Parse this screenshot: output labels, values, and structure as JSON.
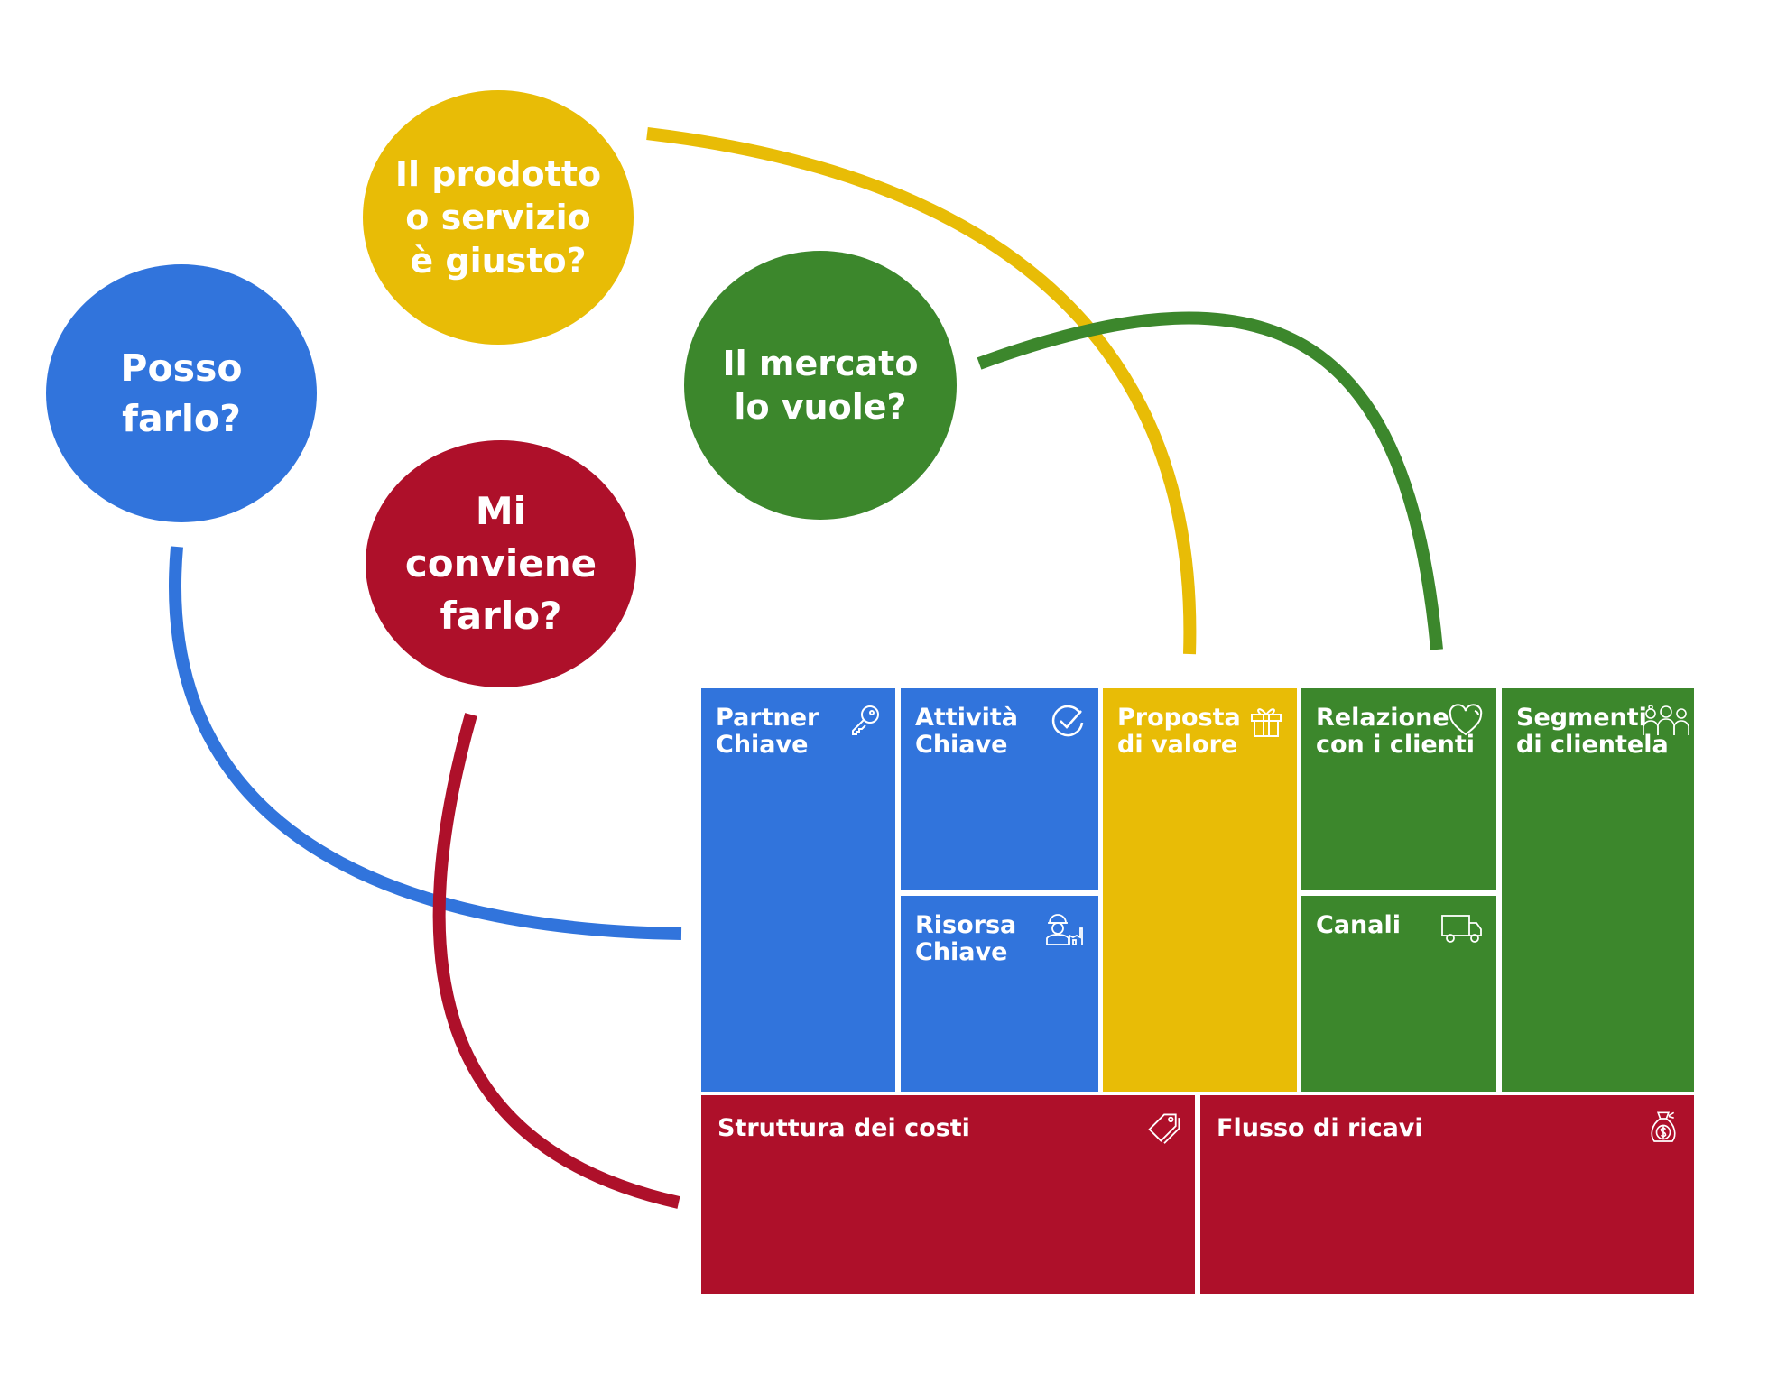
{
  "colors": {
    "blue": "#3174DC",
    "yellow": "#E8BC06",
    "green": "#3C872C",
    "red": "#AE102A"
  },
  "questions": {
    "feasibility": "Posso\nfarlo?",
    "product": "Il prodotto\no servizio\nè giusto?",
    "viability": "Mi\nconviene\nfarlo?",
    "market": "Il mercato\nlo vuole?"
  },
  "canvas": {
    "partner": {
      "label": "Partner\nChiave",
      "icon": "key-icon"
    },
    "attivita": {
      "label": "Attività\nChiave",
      "icon": "check-circle-icon"
    },
    "risorse": {
      "label": "Risorsa\nChiave",
      "icon": "worker-factory-icon"
    },
    "proposta": {
      "label": "Proposta\ndi valore",
      "icon": "gift-icon"
    },
    "relazione": {
      "label": "Relazione\ncon i clienti",
      "icon": "heart-icon"
    },
    "canali": {
      "label": "Canali",
      "icon": "truck-icon"
    },
    "segmenti": {
      "label": "Segmenti\ndi clientela",
      "icon": "people-group-icon"
    },
    "costi": {
      "label": "Struttura dei costi",
      "icon": "price-tag-icon"
    },
    "ricavi": {
      "label": "Flusso di ricavi",
      "icon": "money-bag-icon"
    }
  }
}
